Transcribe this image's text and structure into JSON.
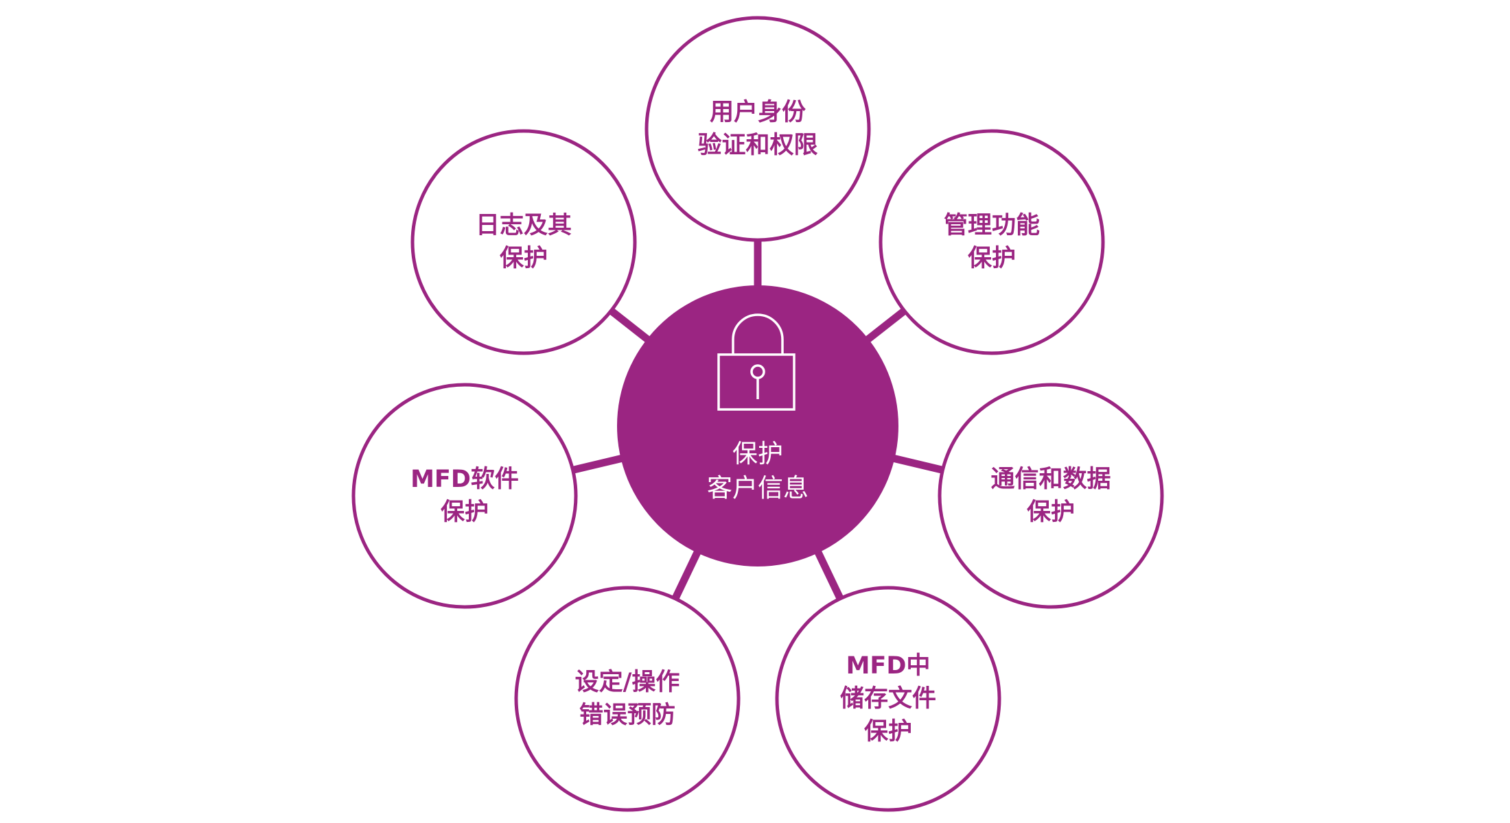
{
  "colors": {
    "accent": "#9b2582",
    "background": "#ffffff"
  },
  "center": {
    "icon": "lock-icon",
    "lines": [
      "保护",
      "客户信息"
    ]
  },
  "nodes": [
    {
      "id": "auth",
      "lines": [
        "用户身份",
        "验证和权限"
      ]
    },
    {
      "id": "admin",
      "lines": [
        "管理功能",
        "保护"
      ]
    },
    {
      "id": "comm",
      "lines": [
        "通信和数据",
        "保护"
      ]
    },
    {
      "id": "storage",
      "lines": [
        "MFD中",
        "储存文件",
        "保护"
      ]
    },
    {
      "id": "settings",
      "lines": [
        "设定/操作",
        "错误预防"
      ]
    },
    {
      "id": "software",
      "lines": [
        "MFD软件",
        "保护"
      ]
    },
    {
      "id": "log",
      "lines": [
        "日志及其",
        "保护"
      ]
    }
  ]
}
